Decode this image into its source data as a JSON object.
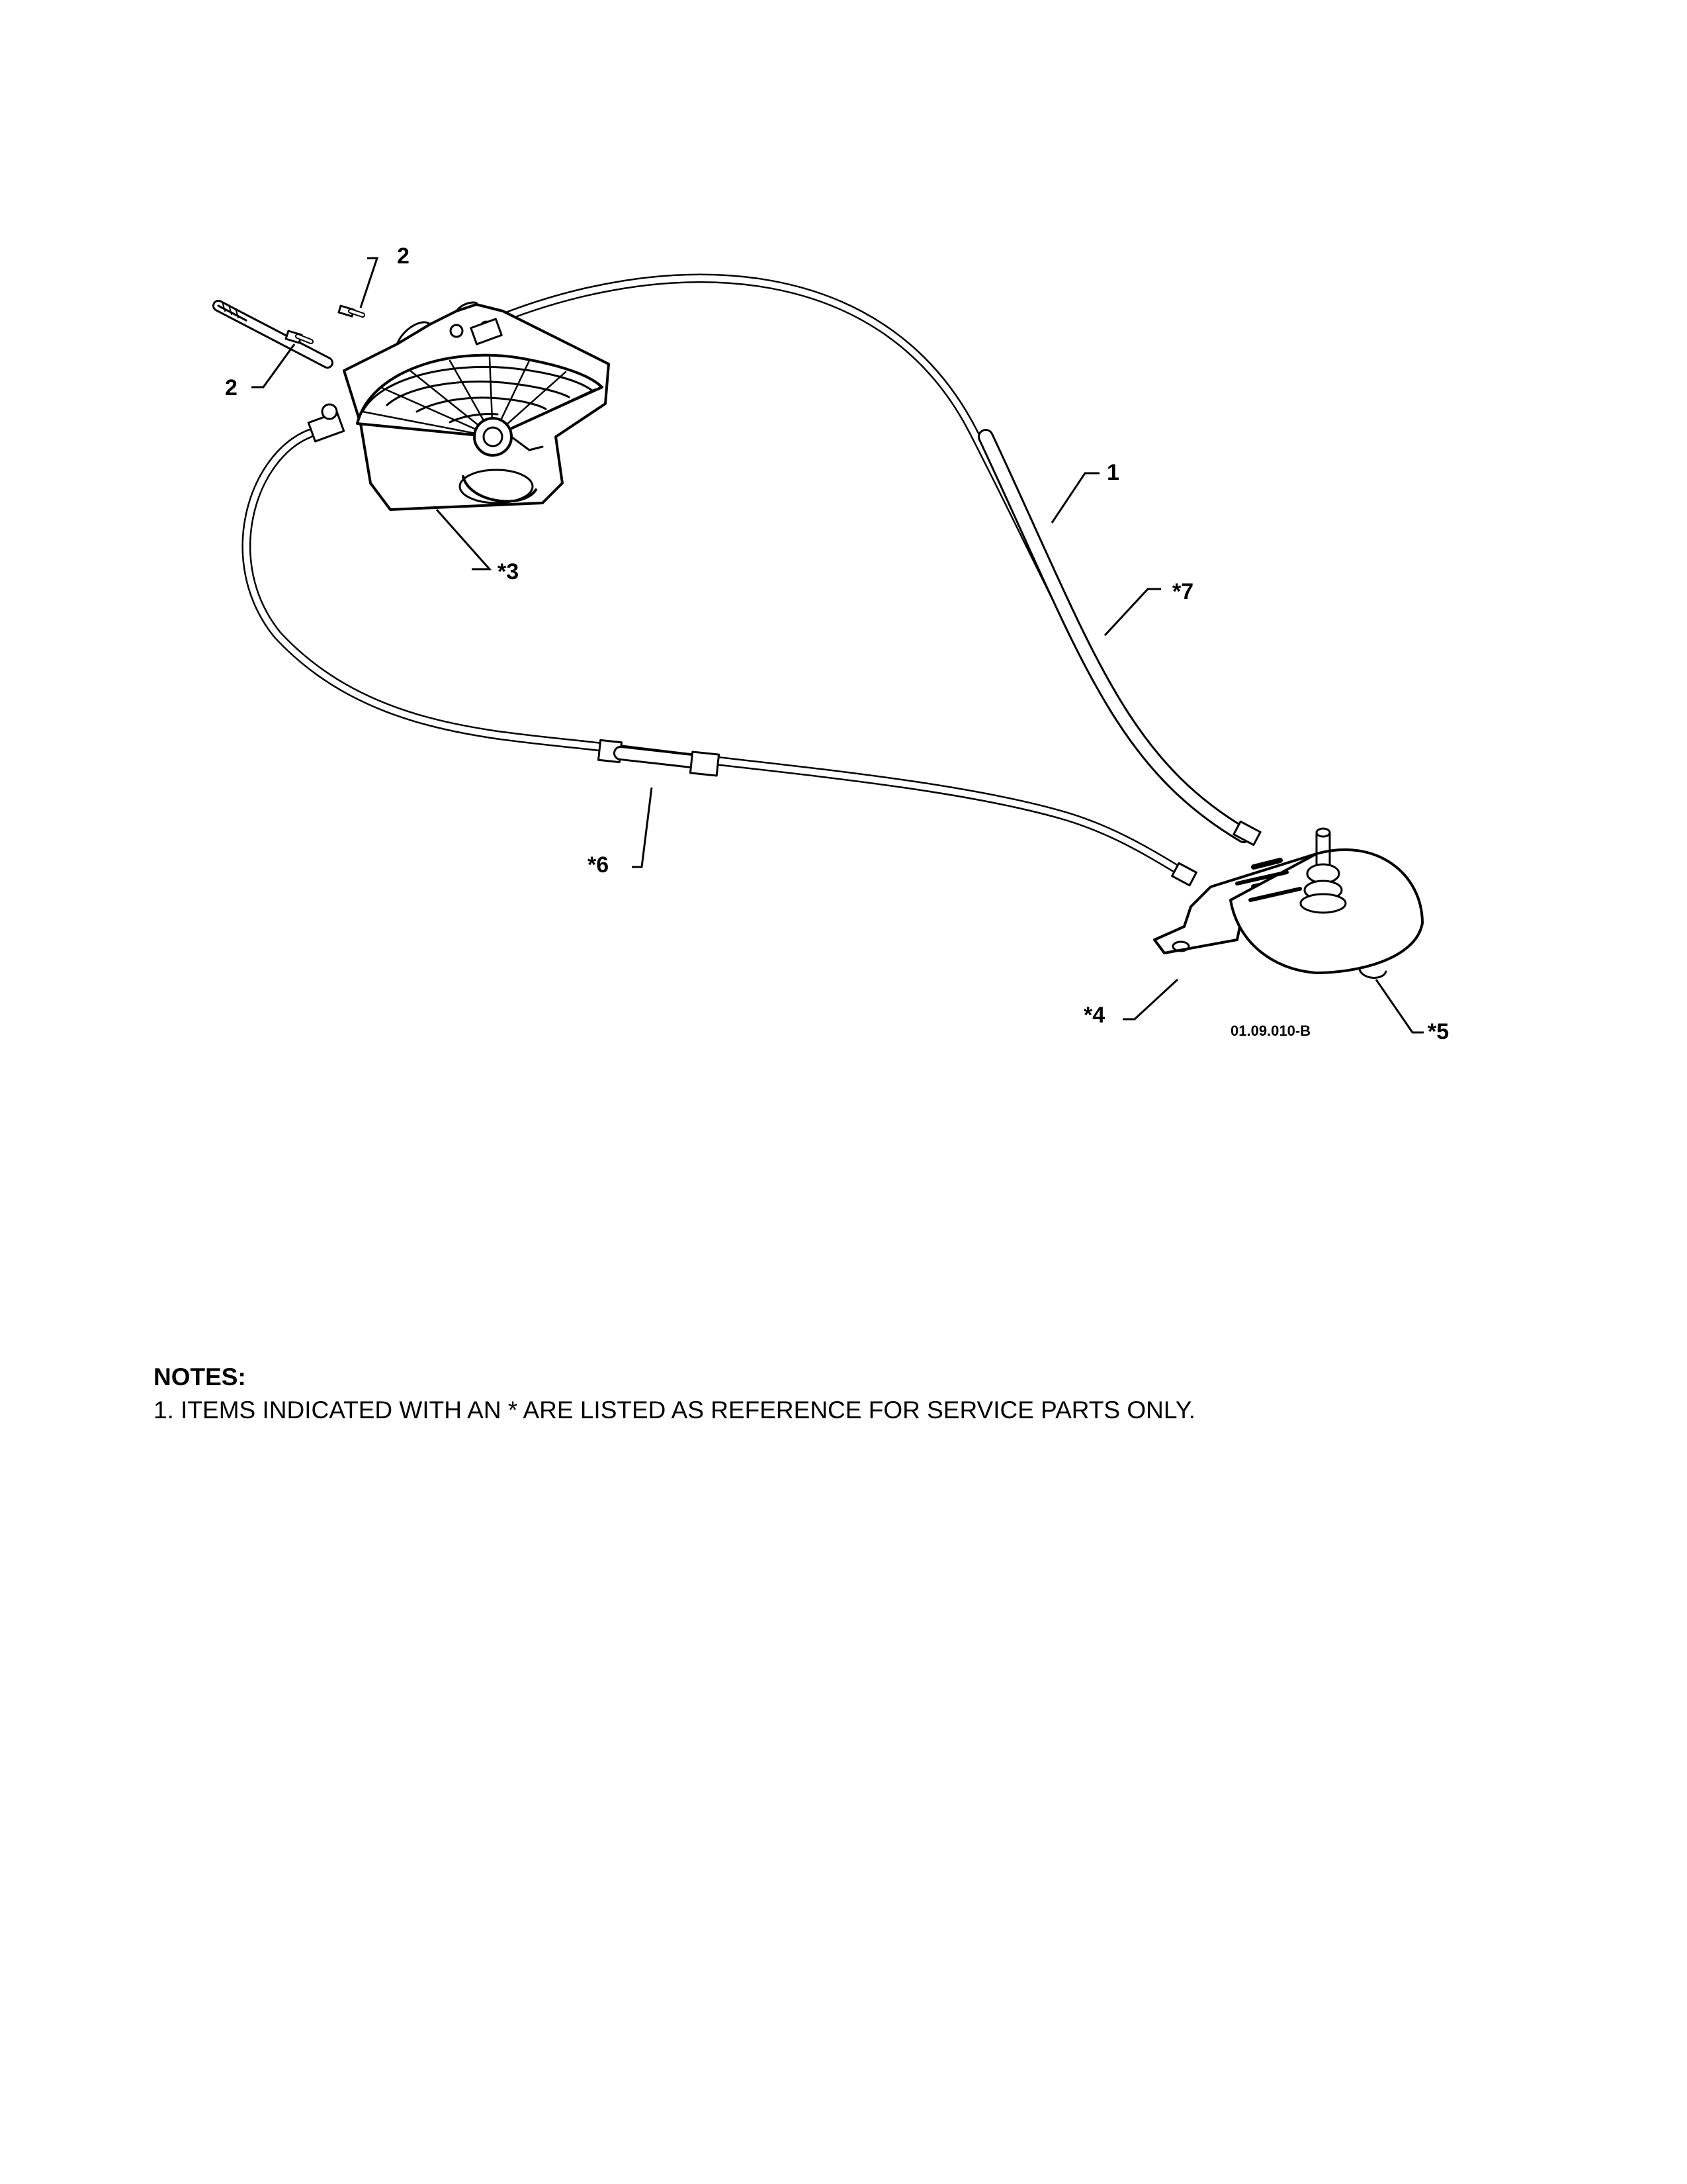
{
  "callouts": {
    "c2_top": "2",
    "c2_left": "2",
    "c1": "1",
    "c3": "*3",
    "c7": "*7",
    "c6": "*6",
    "c4": "*4",
    "c5": "*5"
  },
  "drawing_id": "01.09.010-B",
  "notes": {
    "title": "NOTES:",
    "lines": [
      "1. ITEMS INDICATED WITH AN * ARE LISTED AS REFERENCE FOR SERVICE PARTS ONLY."
    ]
  }
}
